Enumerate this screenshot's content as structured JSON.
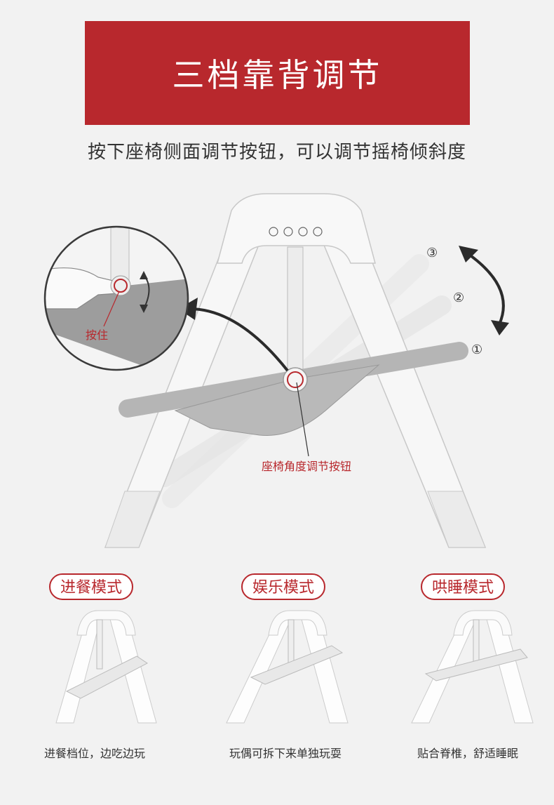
{
  "banner": {
    "title": "三档靠背调节"
  },
  "subtitle": "按下座椅侧面调节按钮，可以调节摇椅倾斜度",
  "diagram": {
    "press_label": "按住",
    "button_label": "座椅角度调节按钮",
    "positions": [
      "①",
      "②",
      "③"
    ],
    "accent_color": "#b8282d"
  },
  "modes": [
    {
      "label": "进餐模式",
      "caption": "进餐档位，边吃边玩"
    },
    {
      "label": "娱乐模式",
      "caption": "玩偶可拆下来单独玩耍"
    },
    {
      "label": "哄睡模式",
      "caption": "贴合脊椎，舒适睡眠"
    }
  ]
}
